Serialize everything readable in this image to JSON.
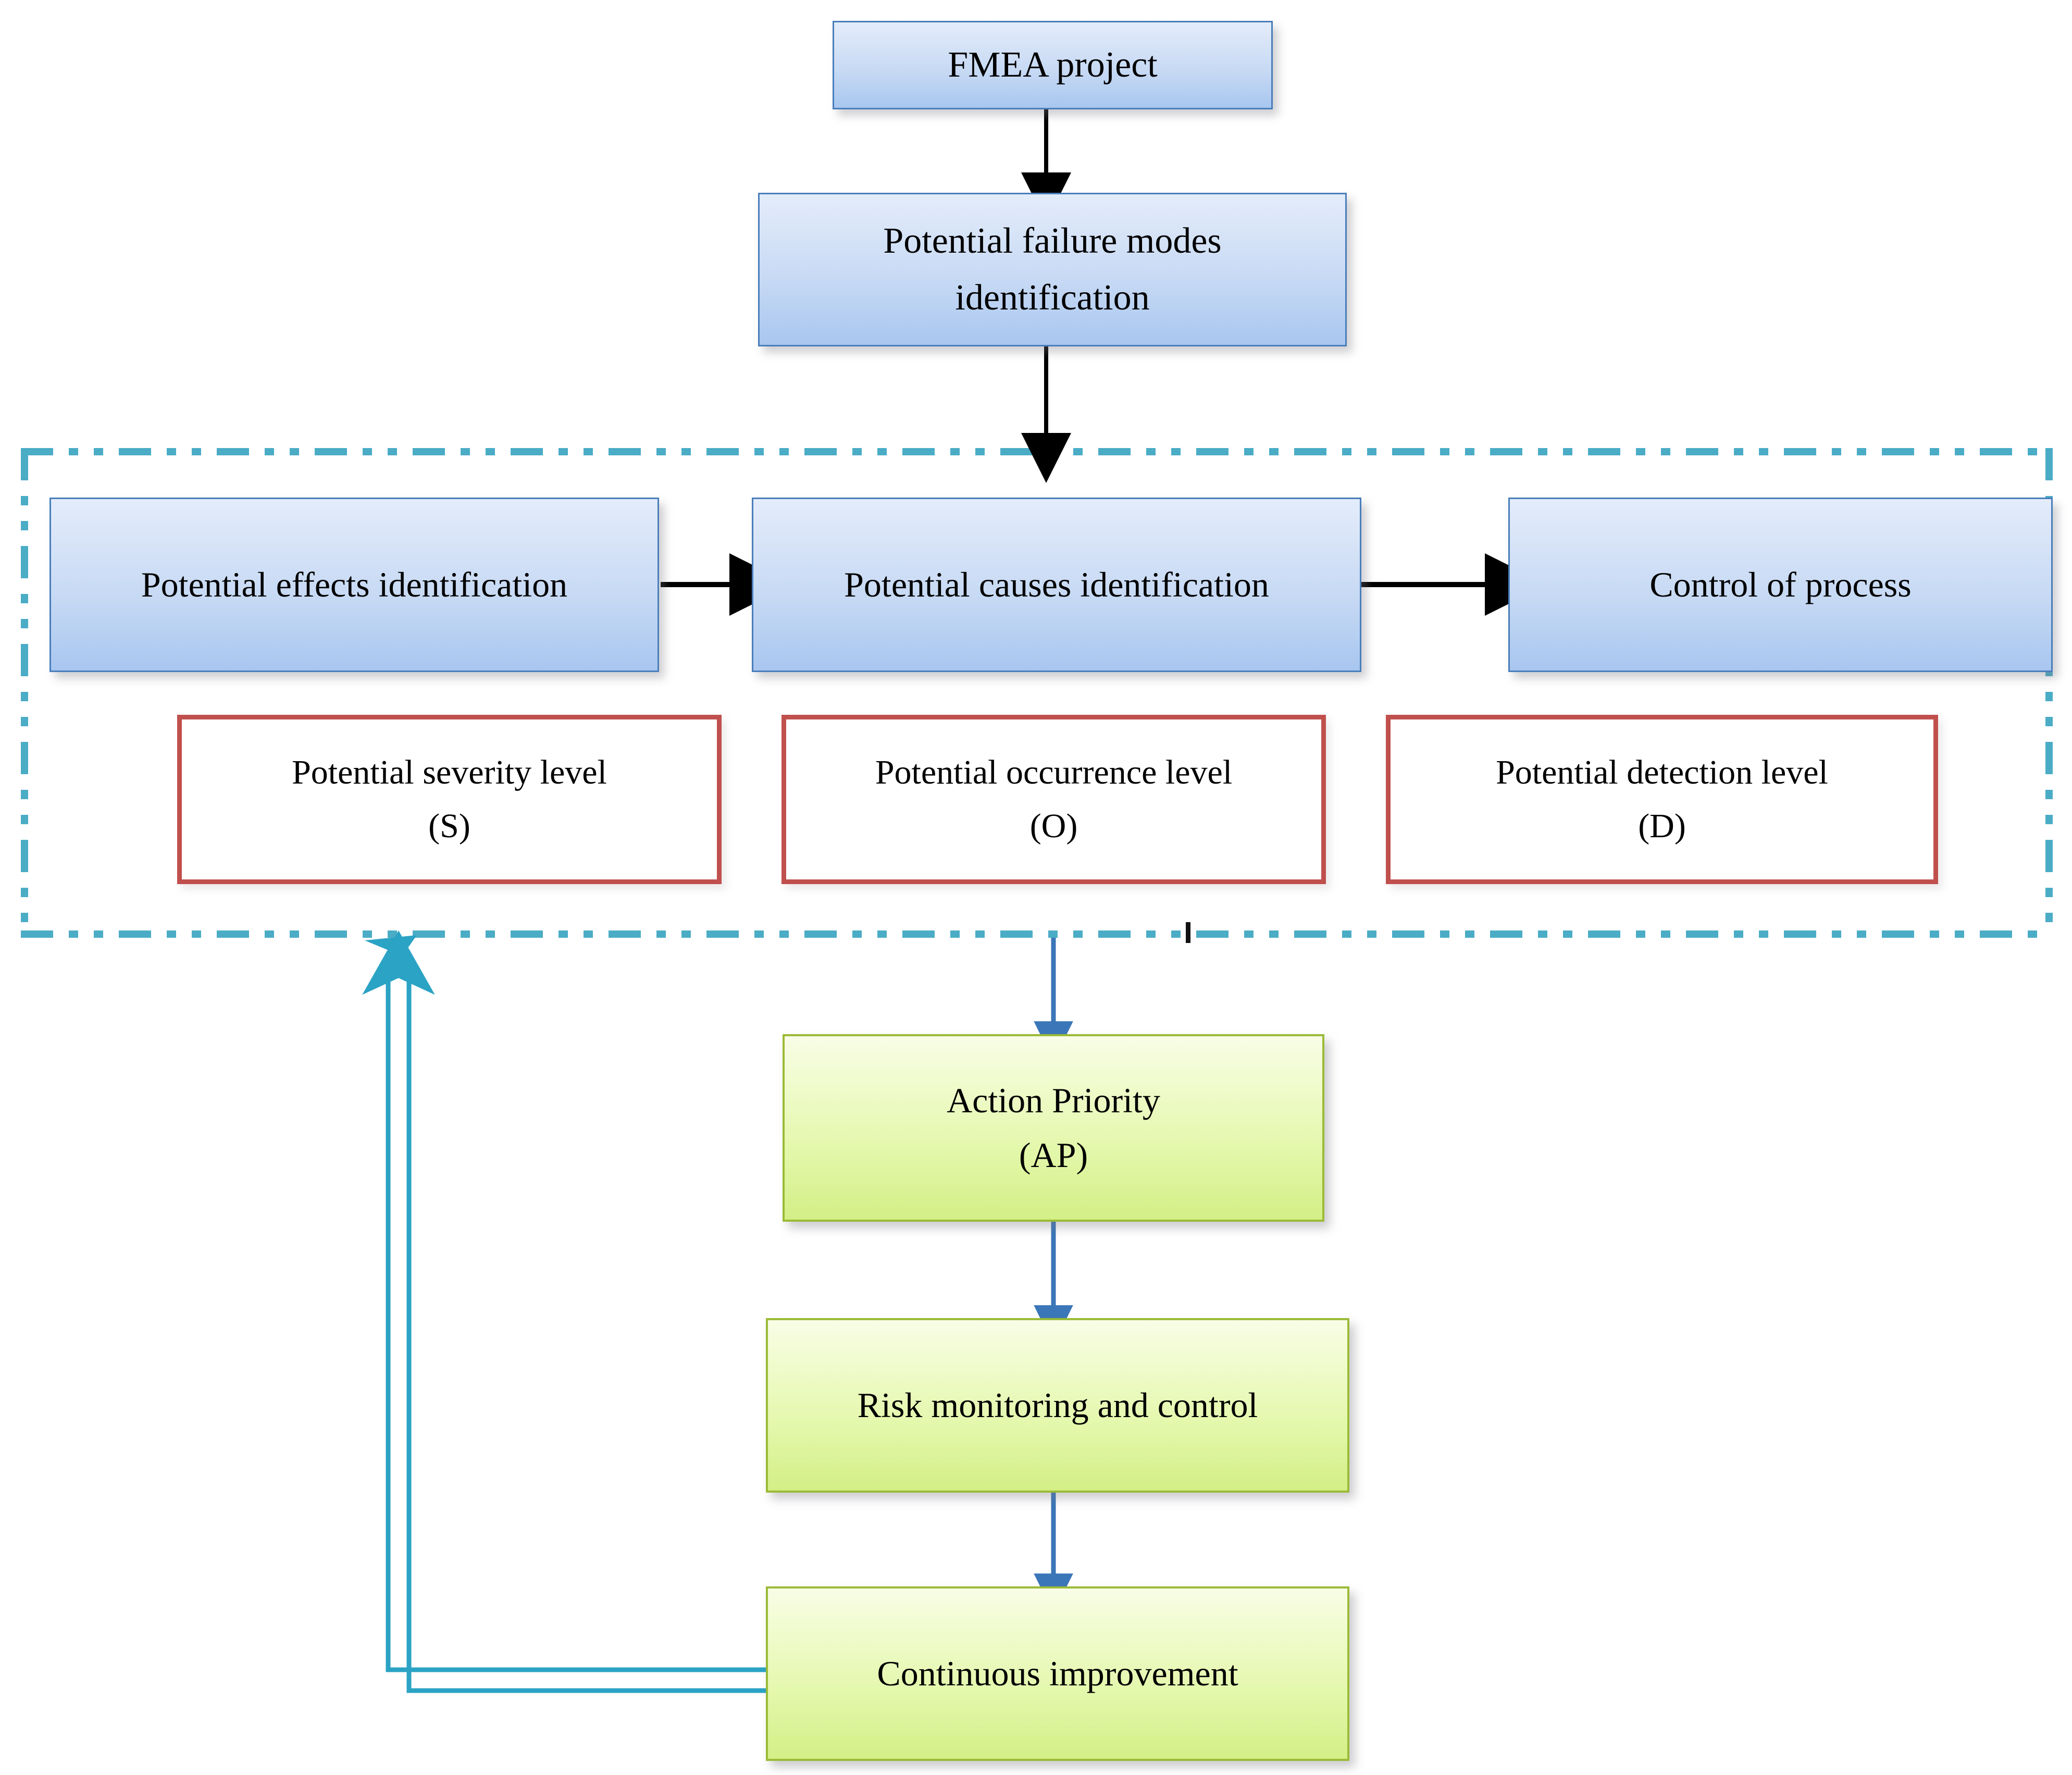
{
  "diagram": {
    "title": "FMEA process flowchart",
    "colors": {
      "blue_box_border": "#4a7ebb",
      "blue_box_fill_top": "#e3ecfb",
      "blue_box_fill_bottom": "#a8c6ef",
      "red_box_border": "#c0504d",
      "red_box_fill": "#ffffff",
      "green_box_border": "#9bbb37",
      "green_box_fill_top": "#f8fde6",
      "green_box_fill_bottom": "#d3ef86",
      "dashed_container_border": "#4bacc6",
      "black_arrow": "#000000",
      "blue_arrow": "#3b76b8",
      "teal_feedback_arrow": "#2ba3c4"
    },
    "nodes": {
      "fmea_project": {
        "label": "FMEA project",
        "shape": "rect",
        "style": "blue"
      },
      "failure_modes": {
        "line1": "Potential failure modes",
        "line2": "identification",
        "shape": "rect",
        "style": "blue"
      },
      "effects": {
        "label": "Potential effects identification",
        "shape": "rect",
        "style": "blue"
      },
      "causes": {
        "label": "Potential causes identification",
        "shape": "rect",
        "style": "blue"
      },
      "control": {
        "label": "Control of process",
        "shape": "rect",
        "style": "blue"
      },
      "severity": {
        "line1": "Potential severity level",
        "line2": "(S)",
        "shape": "rect",
        "style": "red"
      },
      "occurrence": {
        "line1": "Potential occurrence level",
        "line2": "(O)",
        "shape": "rect",
        "style": "red"
      },
      "detection": {
        "line1": "Potential detection level",
        "line2": "(D)",
        "shape": "rect",
        "style": "red"
      },
      "action_priority": {
        "line1": "Action Priority",
        "line2": "(AP)",
        "shape": "rect",
        "style": "green"
      },
      "risk_monitoring": {
        "label": "Risk monitoring and control",
        "shape": "rect",
        "style": "green"
      },
      "continuous_improvement": {
        "label": "Continuous improvement",
        "shape": "rect",
        "style": "green"
      }
    },
    "edges": [
      {
        "from": "fmea_project",
        "to": "failure_modes",
        "style": "solid-black-arrow",
        "direction": "down"
      },
      {
        "from": "failure_modes",
        "to": "dashed_group",
        "style": "solid-black-arrow",
        "direction": "down"
      },
      {
        "from": "effects",
        "to": "causes",
        "style": "solid-black-arrow",
        "direction": "right"
      },
      {
        "from": "causes",
        "to": "control",
        "style": "solid-black-arrow",
        "direction": "right"
      },
      {
        "from": "dashed_group",
        "to": "action_priority",
        "style": "solid-blue-arrow",
        "direction": "down"
      },
      {
        "from": "action_priority",
        "to": "risk_monitoring",
        "style": "solid-blue-arrow",
        "direction": "down"
      },
      {
        "from": "risk_monitoring",
        "to": "continuous_improvement",
        "style": "solid-blue-arrow",
        "direction": "down"
      },
      {
        "from": "continuous_improvement",
        "to": "dashed_group",
        "style": "double-line-teal-arrow",
        "direction": "left-up-feedback"
      }
    ],
    "group": {
      "name": "risk-assessment-group",
      "border_style": "dash-dot-dot",
      "contains": [
        "effects",
        "causes",
        "control",
        "severity",
        "occurrence",
        "detection"
      ]
    }
  }
}
